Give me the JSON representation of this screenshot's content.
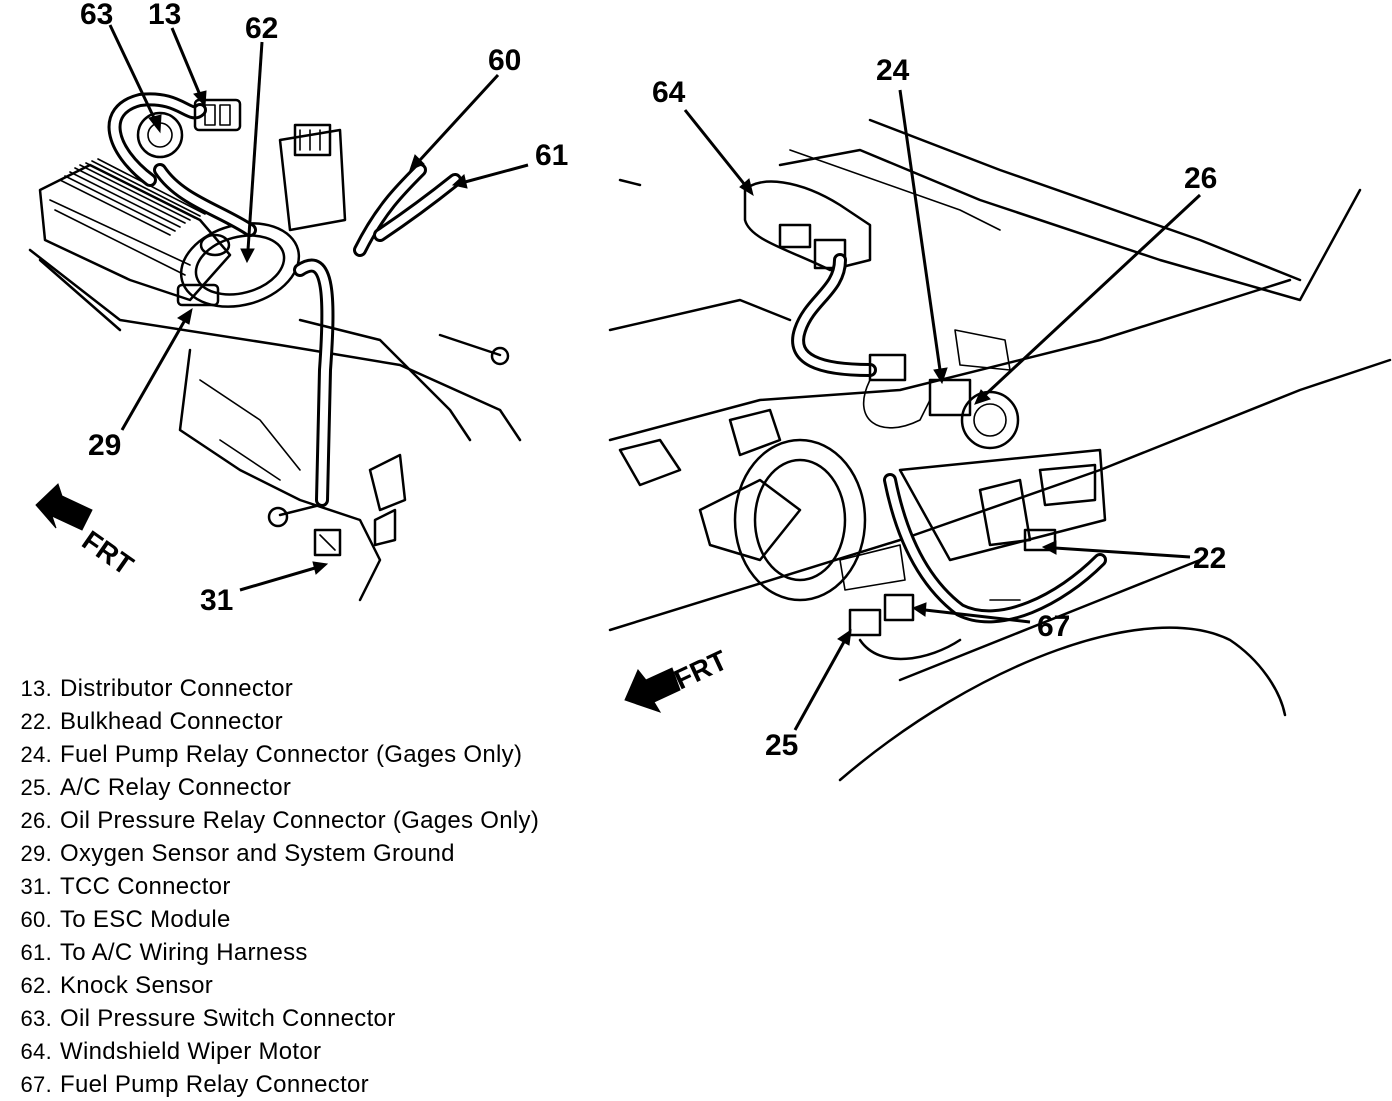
{
  "callouts": {
    "c63": "63",
    "c13": "13",
    "c62": "62",
    "c60": "60",
    "c61": "61",
    "c29": "29",
    "c31": "31",
    "c64": "64",
    "c24": "24",
    "c26": "26",
    "c22": "22",
    "c67": "67",
    "c25": "25"
  },
  "front_labels": {
    "left": "FRT",
    "right": "FRT"
  },
  "legend": [
    {
      "num": "13.",
      "text": "Distributor Connector"
    },
    {
      "num": "22.",
      "text": "Bulkhead Connector"
    },
    {
      "num": "24.",
      "text": "Fuel Pump Relay Connector (Gages Only)"
    },
    {
      "num": "25.",
      "text": "A/C Relay Connector"
    },
    {
      "num": "26.",
      "text": "Oil Pressure Relay Connector (Gages Only)"
    },
    {
      "num": "29.",
      "text": "Oxygen Sensor and System Ground"
    },
    {
      "num": "31.",
      "text": "TCC Connector"
    },
    {
      "num": "60.",
      "text": "To ESC Module"
    },
    {
      "num": "61.",
      "text": "To A/C Wiring Harness"
    },
    {
      "num": "62.",
      "text": "Knock Sensor"
    },
    {
      "num": "63.",
      "text": "Oil Pressure Switch Connector"
    },
    {
      "num": "64.",
      "text": "Windshield Wiper Motor"
    },
    {
      "num": "67.",
      "text": "Fuel Pump Relay Connector"
    }
  ]
}
